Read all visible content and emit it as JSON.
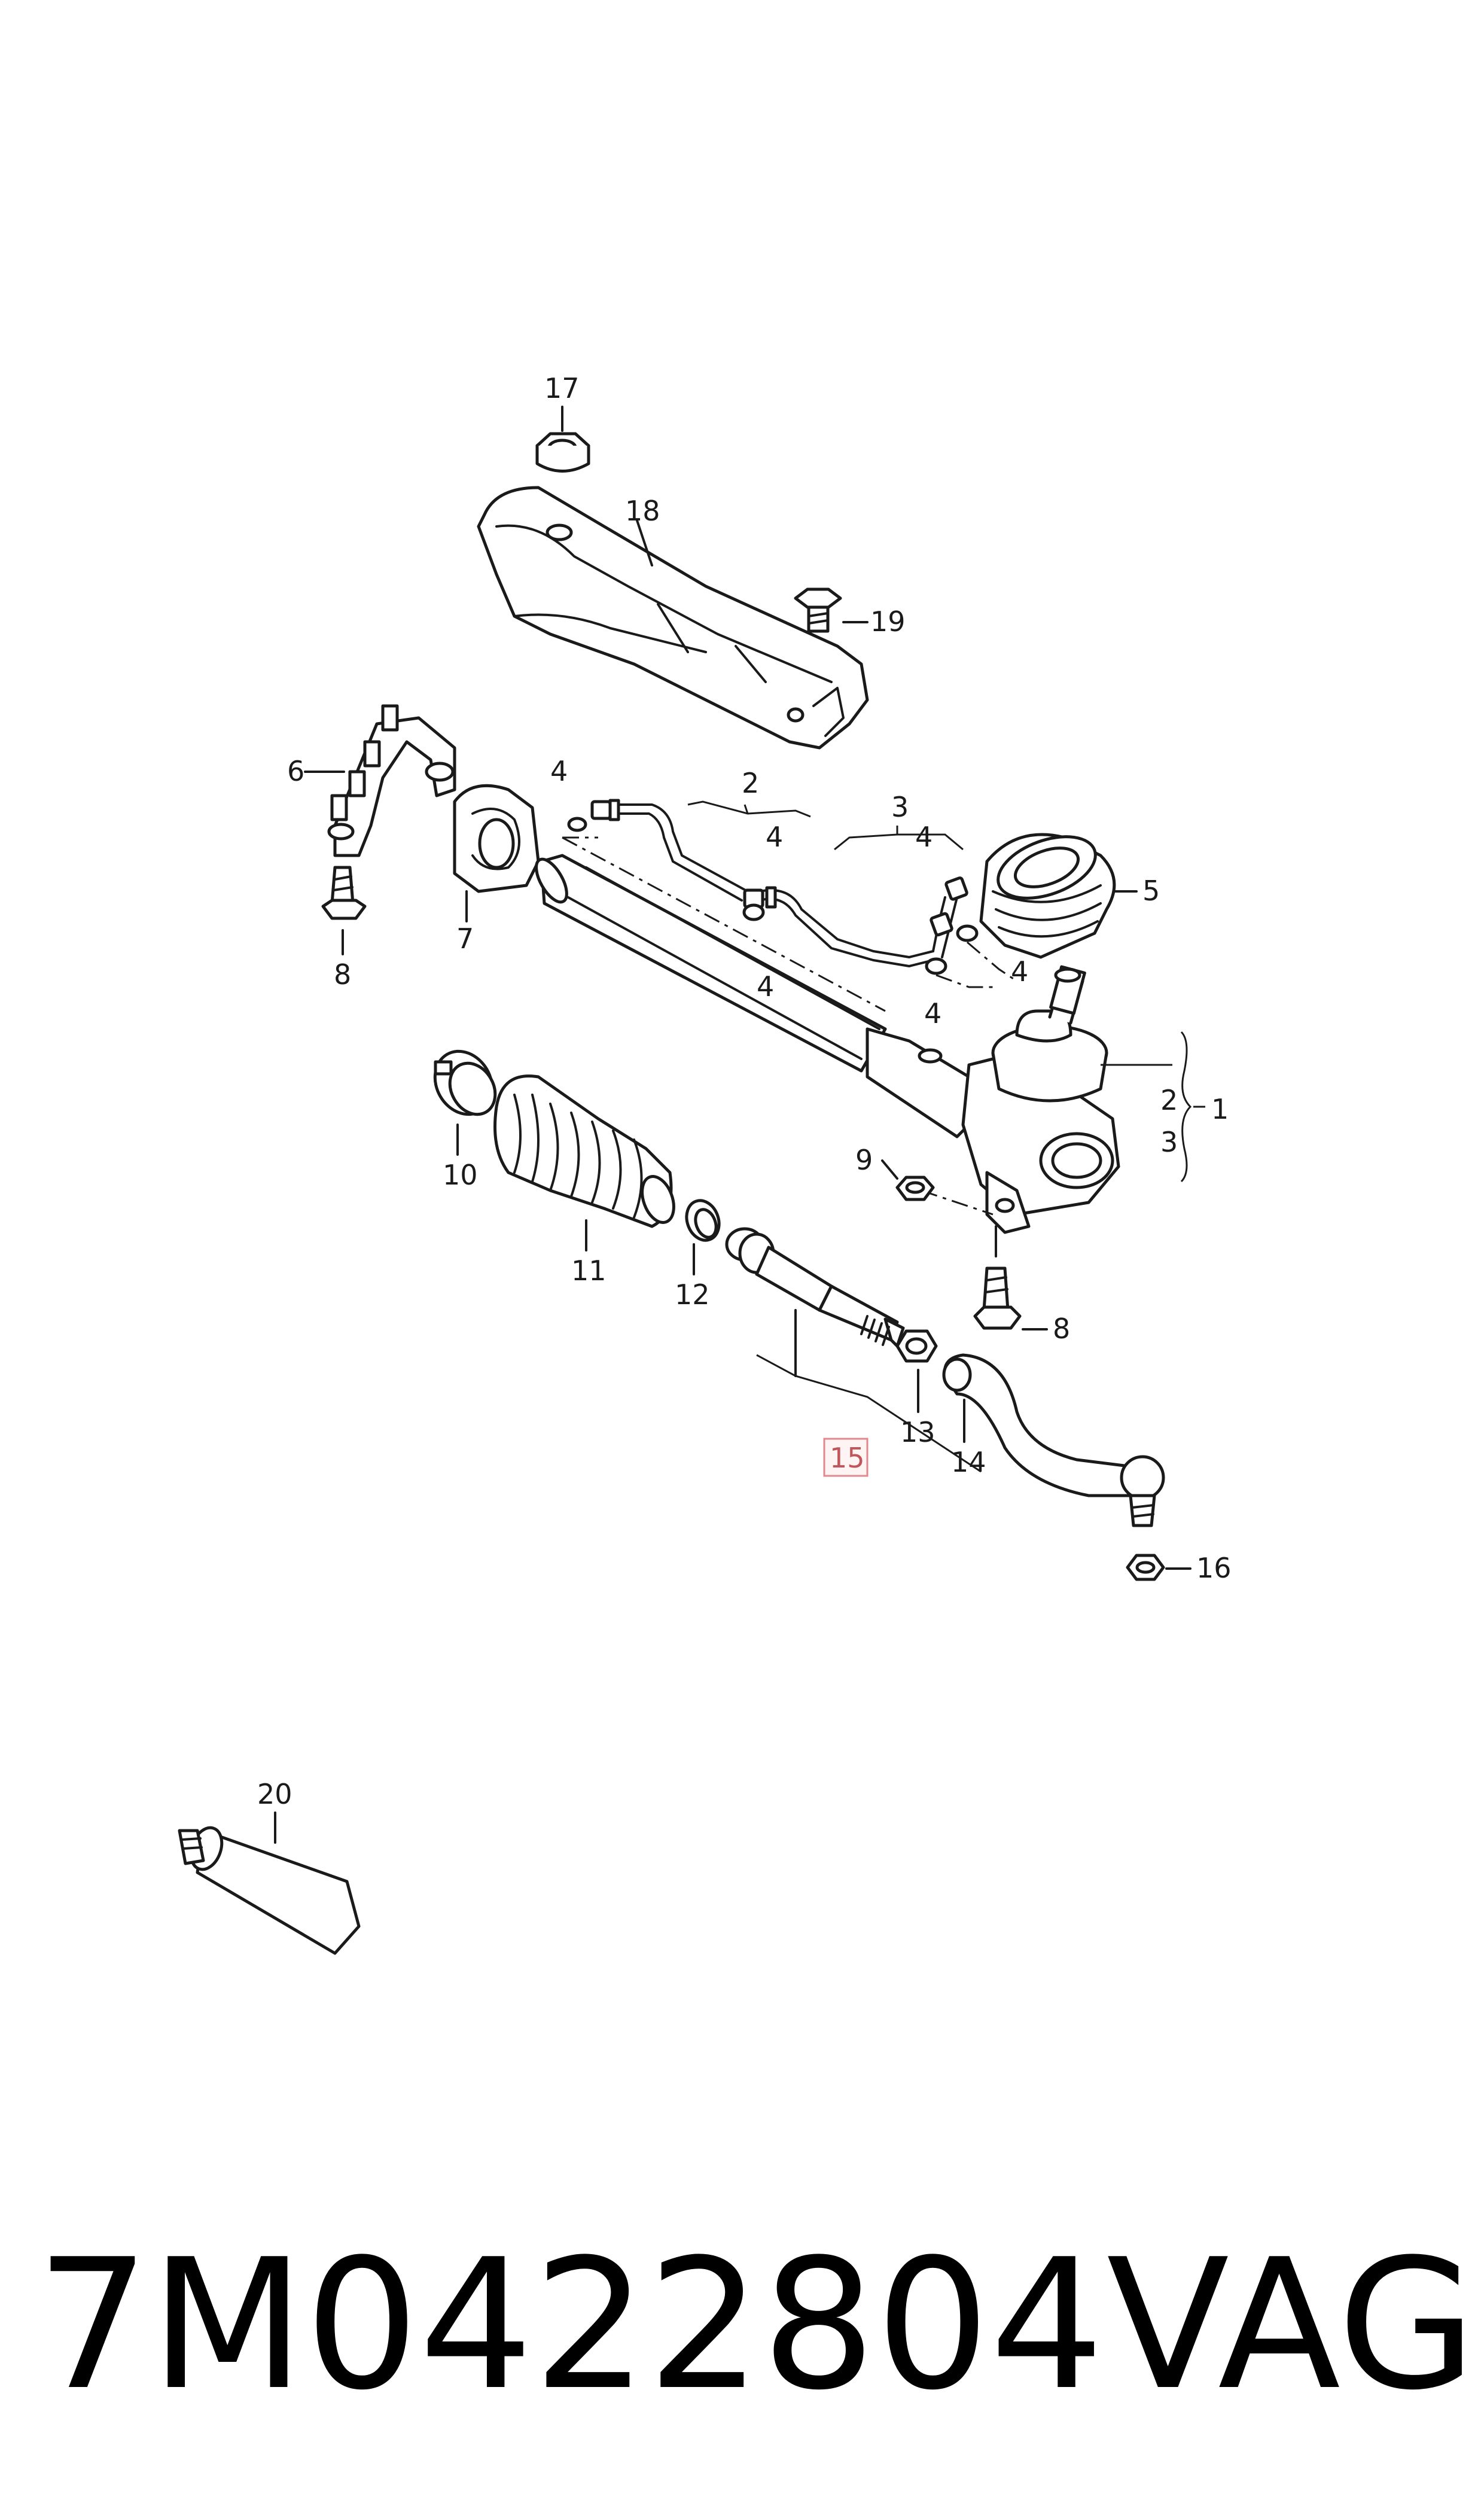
{
  "diagram": {
    "callouts": {
      "p1": "1",
      "p2a": "2",
      "p2b": "2",
      "p3a": "3",
      "p3b": "3",
      "p4a": "4",
      "p4b": "4",
      "p4c": "4",
      "p4d": "4",
      "p4e": "4",
      "p4f": "4",
      "p5": "5",
      "p6": "6",
      "p7": "7",
      "p8a": "8",
      "p8b": "8",
      "p9": "9",
      "p10": "10",
      "p11": "11",
      "p12": "12",
      "p13": "13",
      "p14": "14",
      "p15": "15",
      "p16": "16",
      "p17": "17",
      "p18": "18",
      "p19": "19",
      "p20": "20"
    },
    "highlighted_callout": "15",
    "highlight_color": "#e08a8e"
  },
  "footer": {
    "part_number": "7M0422804",
    "brand": "VAG"
  }
}
